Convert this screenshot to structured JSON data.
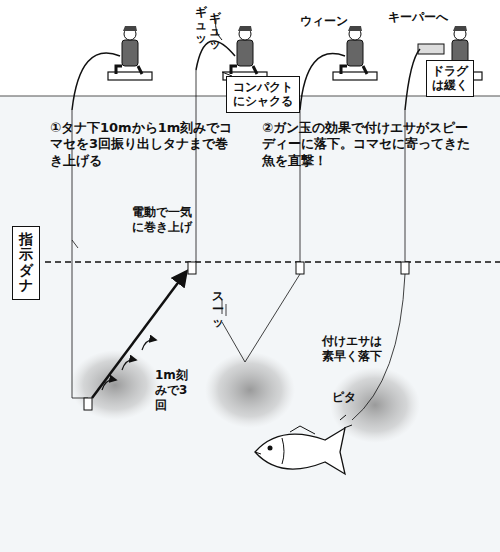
{
  "diagram": {
    "nodes": [
      {
        "text": [
          "コンパクトにシャクる"
        ]
      },
      {
        "text": [
          "ドラグは緩く"
        ]
      },
      {
        "text": [
          "指示ダナ"
        ]
      }
    ],
    "labels": [
      "ギュッ",
      "ギュッ",
      "ウィーン",
      "キーパーへ",
      "①タナ下10mから1m刻みでコマセを3回振り出しタナまで巻き上げる",
      "②ガン玉の効果で付けエサがスピーディーに落下。コマセに寄ってきた魚を直撃！",
      "電動で一気に巻き上げ",
      "1m刻みで3回",
      "スーッ",
      "付けエサは素早く落下",
      "ピタ"
    ]
  }
}
